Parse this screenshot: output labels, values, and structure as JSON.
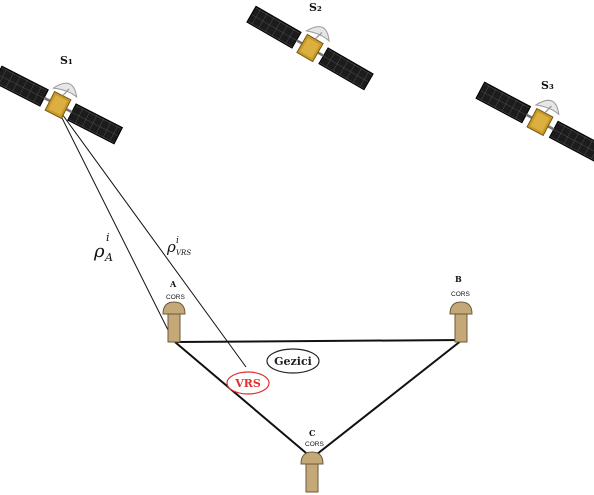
{
  "satellites": [
    {
      "id": "S1",
      "label": "S₁"
    },
    {
      "id": "S2",
      "label": "S₂"
    },
    {
      "id": "S3",
      "label": "S₃"
    }
  ],
  "stations": [
    {
      "id": "A",
      "letter": "A",
      "tag": "CORS"
    },
    {
      "id": "B",
      "letter": "B",
      "tag": "CORS"
    },
    {
      "id": "C",
      "letter": "C",
      "tag": "CORS"
    }
  ],
  "ranges": {
    "rho_a": {
      "symbol": "ρ",
      "sup": "i",
      "sub": "A"
    },
    "rho_vrs": {
      "symbol": "ρ",
      "sup": "i",
      "sub": "VRS"
    }
  },
  "ellipses": {
    "vrs": {
      "label": "VRS",
      "color": "#e0312b"
    },
    "gezici": {
      "label": "Gezici",
      "color": "#222222"
    }
  },
  "colors": {
    "line": "#111111",
    "panel": "#1c1c1c",
    "panel_grid": "#5a5a5a",
    "body": "#c99a2a",
    "dish": "#e6e6e6",
    "antenna": "#c4a877",
    "antenna_stroke": "#6b5a3c"
  }
}
